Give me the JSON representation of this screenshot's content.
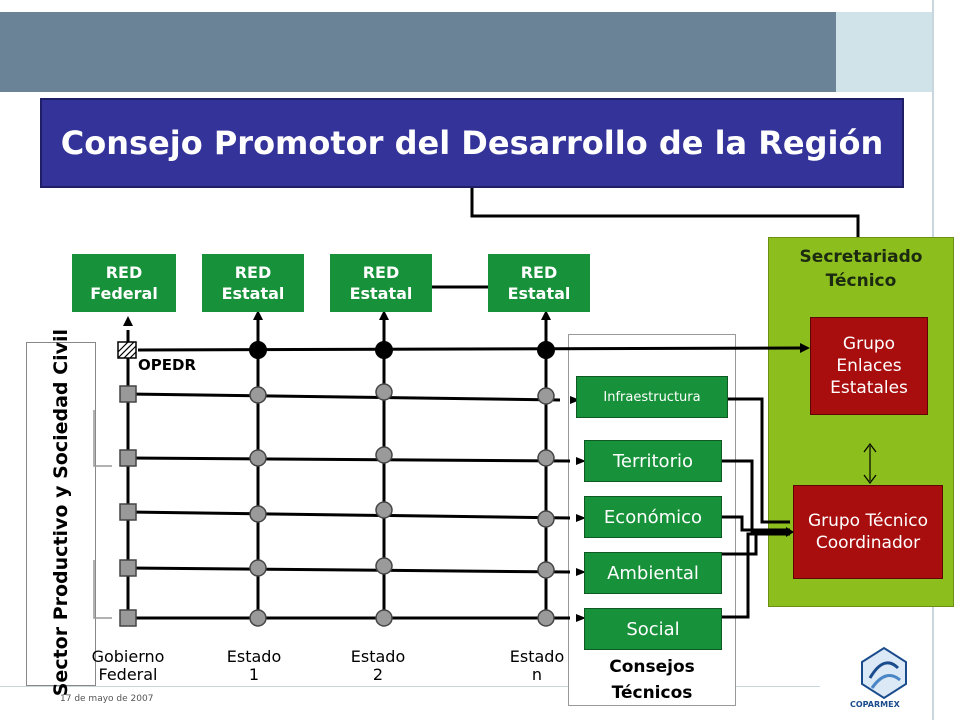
{
  "title": "Consejo Promotor del Desarrollo de la Región",
  "secretariat": {
    "title": "Secretariado Técnico",
    "groups": [
      "Grupo Enlaces Estatales",
      "Grupo Técnico Coordinador"
    ]
  },
  "networks": [
    "RED Federal",
    "RED Estatal",
    "RED Estatal",
    "RED Estatal"
  ],
  "opedr": "OPEDR",
  "sector_label": "Sector Productivo y Sociedad Civil",
  "columns": [
    {
      "line1": "Gobierno",
      "line2": "Federal"
    },
    {
      "line1": "Estado",
      "line2": "1"
    },
    {
      "line1": "Estado",
      "line2": "2"
    },
    {
      "line1": "Estado",
      "line2": "n"
    }
  ],
  "councils": {
    "title": "Consejos Técnicos",
    "items": [
      "Infraestructura",
      "Territorio",
      "Económico",
      "Ambiental",
      "Social"
    ]
  },
  "footer": {
    "date": "17 de mayo de 2007",
    "brand": "COPARMEX"
  },
  "colors": {
    "header": "#6b8396",
    "title_bg": "#33339a",
    "green": "#18923a",
    "secretariat": "#8cbe1e",
    "red": "#a80e0e"
  }
}
